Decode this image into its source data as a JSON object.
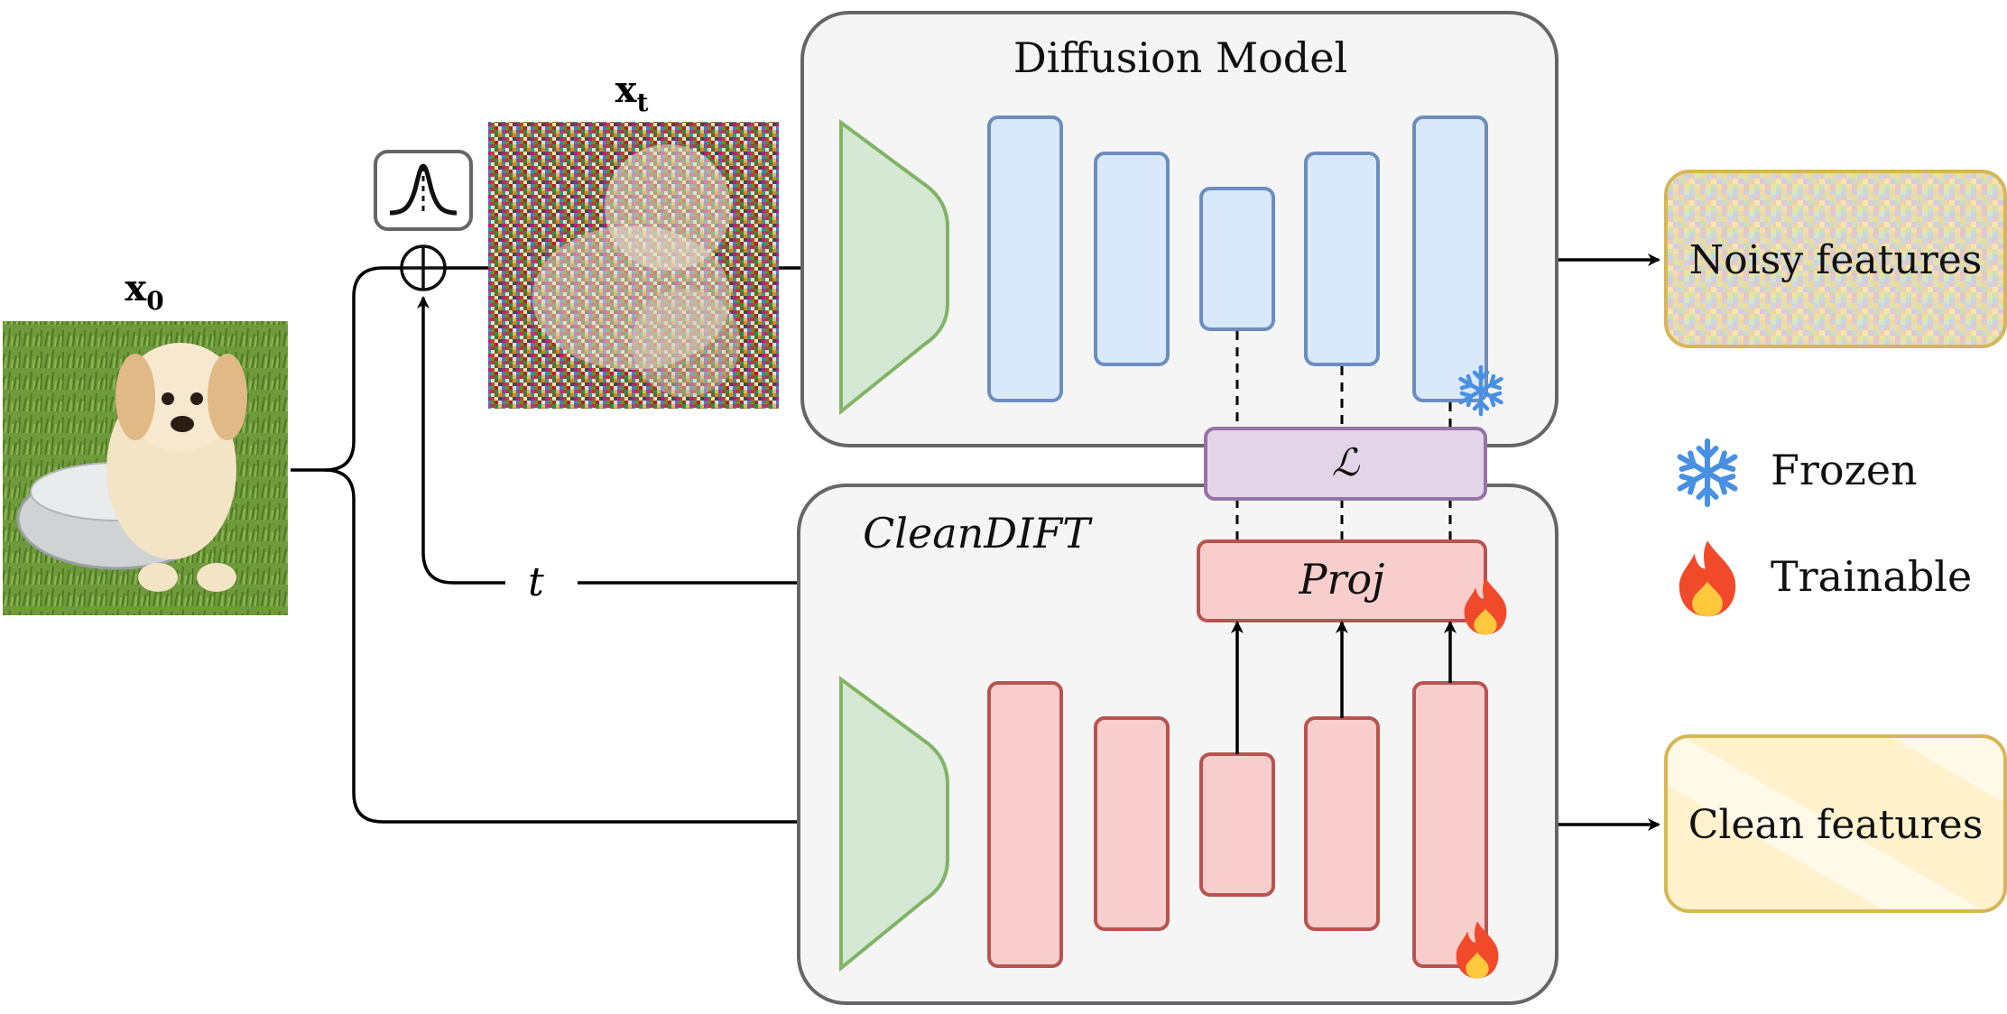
{
  "diagram": {
    "x0_symbol": "x",
    "x0_sub": "0",
    "xt_symbol": "x",
    "xt_sub": "t",
    "diffusion_model_title": "Diffusion Model",
    "cleandift_title": "CleanDIFT",
    "loss_symbol": "ℒ",
    "proj_label": "Proj",
    "t_label": "t",
    "noisy_features_label": "Noisy features",
    "clean_features_label": "Clean features",
    "noise_sum_icon": "plus-circle-icon",
    "gaussian_icon": "gaussian-curve-icon",
    "frozen_icon": "snowflake-icon",
    "trainable_icon": "flame-icon"
  },
  "legend": {
    "frozen_label": "Frozen",
    "trainable_label": "Trainable"
  },
  "colors": {
    "encoder_fill": "#d5e8d4",
    "encoder_stroke": "#82b366",
    "frozen_block_fill": "#dae8fc",
    "frozen_block_stroke": "#6c8ebf",
    "trainable_block_fill": "#f8cecc",
    "trainable_block_stroke": "#b85450",
    "loss_fill": "#e1d5e7",
    "loss_stroke": "#9673a6",
    "container_fill": "#f5f5f5",
    "container_stroke": "#666666",
    "clean_features_fill": "#fff2cc",
    "clean_features_stroke": "#d6b656",
    "snowflake": "#4a90e2",
    "flame_outer": "#f04a2a",
    "flame_inner": "#ffc83d"
  }
}
